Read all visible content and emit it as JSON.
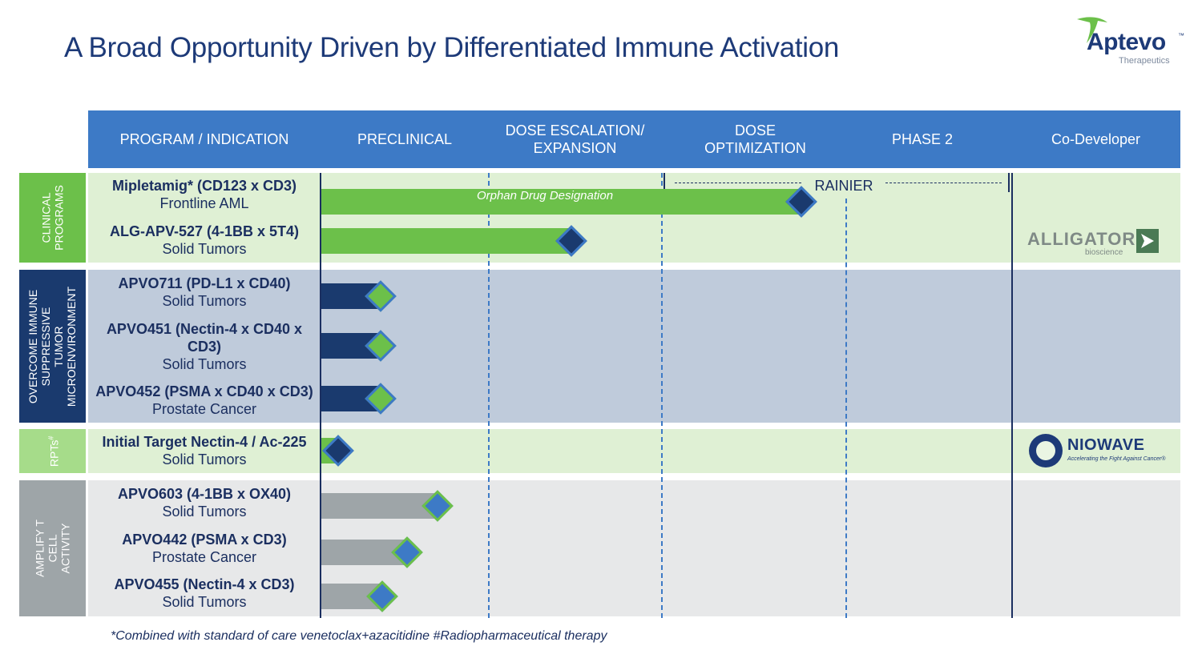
{
  "title": "A Broad Opportunity Driven by Differentiated Immune Activation",
  "logo": {
    "name": "Aptevo",
    "tm": "™",
    "sub": "Therapeutics",
    "icon": "swoosh-mark-icon"
  },
  "header": {
    "program": "PROGRAM / INDICATION",
    "preclinical": "PRECLINICAL",
    "dose_escalation": "DOSE ESCALATION/\nEXPANSION",
    "dose_optimization": "DOSE\nOPTIMIZATION",
    "phase2": "PHASE 2",
    "codeveloper": "Co-Developer"
  },
  "colors": {
    "header_blue": "#3d7ac6",
    "navy": "#1b2f60",
    "green": "#6cc04a",
    "gray": "#9ea5a8",
    "accent_blue": "#3d7ac6"
  },
  "groups": [
    {
      "id": "clinical",
      "label": "CLINICAL\nPROGRAMS",
      "tab_color": "#6cc04a",
      "bg_color": "#dff0d4"
    },
    {
      "id": "overcome",
      "label": "OVERCOME IMMUNE\nSUPPRESSIVE  TUMOR\nMICROENVIRONMENT",
      "tab_color": "#1a3a6e",
      "bg_color": "#bfcbdb"
    },
    {
      "id": "rpts",
      "label": "RPTs",
      "label_sup": "#",
      "tab_color": "#a6dc8a",
      "bg_color": "#dff0d4"
    },
    {
      "id": "amplify",
      "label": "AMPLIFY T CELL\nACTIVITY",
      "tab_color": "#9ea5a8",
      "bg_color": "#e7e8e9"
    }
  ],
  "chart_data": {
    "type": "gantt",
    "stages": [
      "PRECLINICAL",
      "DOSE ESCALATION/ EXPANSION",
      "DOSE OPTIMIZATION",
      "PHASE 2"
    ],
    "progress_scale": "stage units: 0 = start of PRECLINICAL, 1 = start of DOSE ESCALATION/ EXPANSION, 2 = start of DOSE OPTIMIZATION, 3 = start of PHASE 2, 4 = end of PHASE 2",
    "programs": [
      {
        "name": "Mipletamig* (CD123 x CD3)",
        "indication": "Frontline AML",
        "group": "clinical",
        "progress": 2.75,
        "bar_color": "#6cc04a",
        "marker_color": "#1a3a6e",
        "annotation": "Orphan Drug Designation"
      },
      {
        "name": "ALG-APV-527 (4-1BB x 5T4)",
        "indication": "Solid Tumors",
        "group": "clinical",
        "progress": 1.47,
        "bar_color": "#6cc04a",
        "marker_color": "#1a3a6e"
      },
      {
        "name": "APVO711 (PD-L1 x CD40)",
        "indication": "Solid Tumors",
        "group": "overcome",
        "progress": 0.35,
        "bar_color": "#1a3a6e",
        "marker_color": "#6cc04a"
      },
      {
        "name": "APVO451 (Nectin-4 x CD40 x CD3)",
        "indication": "Solid Tumors",
        "group": "overcome",
        "progress": 0.35,
        "bar_color": "#1a3a6e",
        "marker_color": "#6cc04a"
      },
      {
        "name": "APVO452 (PSMA x CD40 x CD3)",
        "indication": "Prostate Cancer",
        "group": "overcome",
        "progress": 0.35,
        "bar_color": "#1a3a6e",
        "marker_color": "#6cc04a"
      },
      {
        "name": "Initial Target Nectin-4 / Ac-225",
        "indication": "Solid Tumors",
        "group": "rpts",
        "progress": 0.1,
        "bar_color": "#6cc04a",
        "marker_color": "#1a3a6e"
      },
      {
        "name": "APVO603 (4-1BB x OX40)",
        "indication": "Solid Tumors",
        "group": "amplify",
        "progress": 0.69,
        "bar_color": "#9ea5a8",
        "marker_color": "#3d7ac6"
      },
      {
        "name": "APVO442 (PSMA x CD3)",
        "indication": "Prostate Cancer",
        "group": "amplify",
        "progress": 0.51,
        "bar_color": "#9ea5a8",
        "marker_color": "#3d7ac6"
      },
      {
        "name": "APVO455 (Nectin-4 x CD3)",
        "indication": "Solid Tumors",
        "group": "amplify",
        "progress": 0.36,
        "bar_color": "#9ea5a8",
        "marker_color": "#3d7ac6"
      }
    ],
    "annotations": [
      {
        "text": "RAINIER",
        "spans": "DOSE OPTIMIZATION through PHASE 2",
        "row": "Mipletamig* (CD123 x CD3)"
      }
    ]
  },
  "partners": {
    "alligator": {
      "name": "ALLIGATOR",
      "sub": "bioscience",
      "icon": "alligator-arrow-icon"
    },
    "niowave": {
      "name": "NIOWAVE",
      "tagline": "Accelerating the Fight Against Cancer®",
      "icon": "niowave-circle-icon"
    }
  },
  "footnote": "*Combined with standard of care venetoclax+azacitidine  #Radiopharmaceutical therapy"
}
